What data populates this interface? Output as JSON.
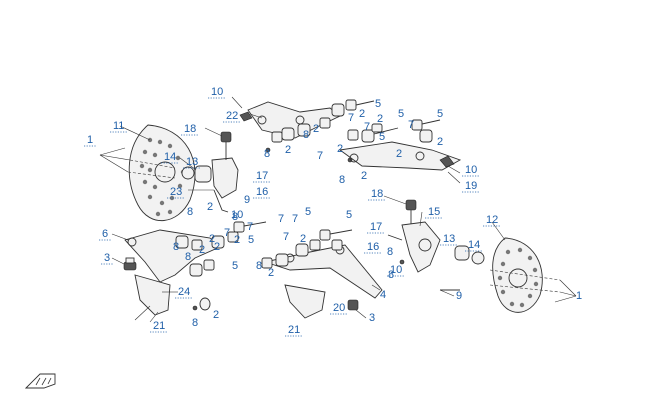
{
  "callouts": [
    {
      "text": "10"
    },
    {
      "text": "22"
    },
    {
      "text": "5"
    },
    {
      "text": "5"
    },
    {
      "text": "5"
    },
    {
      "text": "11"
    },
    {
      "text": "18"
    },
    {
      "text": "7"
    },
    {
      "text": "2"
    },
    {
      "text": "7"
    },
    {
      "text": "2"
    },
    {
      "text": "7"
    },
    {
      "text": "2"
    },
    {
      "text": "5"
    },
    {
      "text": "2"
    },
    {
      "text": "8"
    },
    {
      "text": "1"
    },
    {
      "text": "8"
    },
    {
      "text": "2"
    },
    {
      "text": "7"
    },
    {
      "text": "2"
    },
    {
      "text": "2"
    },
    {
      "text": "8"
    },
    {
      "text": "2"
    },
    {
      "text": "14"
    },
    {
      "text": "13"
    },
    {
      "text": "10"
    },
    {
      "text": "17"
    },
    {
      "text": "19"
    },
    {
      "text": "23"
    },
    {
      "text": "16"
    },
    {
      "text": "8"
    },
    {
      "text": "2"
    },
    {
      "text": "9"
    },
    {
      "text": "18"
    },
    {
      "text": "8"
    },
    {
      "text": "10"
    },
    {
      "text": "15"
    },
    {
      "text": "7"
    },
    {
      "text": "5"
    },
    {
      "text": "5"
    },
    {
      "text": "7"
    },
    {
      "text": "7"
    },
    {
      "text": "12"
    },
    {
      "text": "6"
    },
    {
      "text": "2"
    },
    {
      "text": "7"
    },
    {
      "text": "2"
    },
    {
      "text": "5"
    },
    {
      "text": "17"
    },
    {
      "text": "8"
    },
    {
      "text": "8"
    },
    {
      "text": "2"
    },
    {
      "text": "2"
    },
    {
      "text": "16"
    },
    {
      "text": "13"
    },
    {
      "text": "3"
    },
    {
      "text": "7"
    },
    {
      "text": "2"
    },
    {
      "text": "5"
    },
    {
      "text": "8"
    },
    {
      "text": "8"
    },
    {
      "text": "14"
    },
    {
      "text": "2"
    },
    {
      "text": "10"
    },
    {
      "text": "8"
    },
    {
      "text": "24"
    },
    {
      "text": "4"
    },
    {
      "text": "9"
    },
    {
      "text": "20"
    },
    {
      "text": "1"
    },
    {
      "text": "8"
    },
    {
      "text": "2"
    },
    {
      "text": "3"
    },
    {
      "text": "21"
    },
    {
      "text": "21"
    }
  ]
}
